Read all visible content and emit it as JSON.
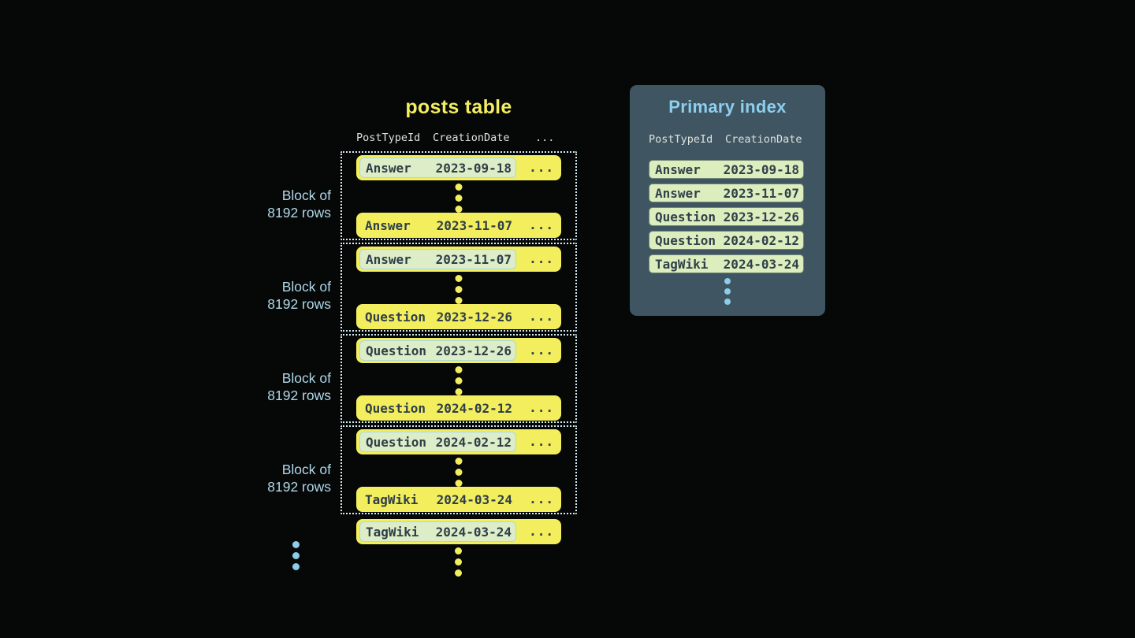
{
  "colors": {
    "background": "#060707",
    "row_yellow": "#F2EE5D",
    "row_text_dark": "#2F3E49",
    "label_light_blue": "#AFD8E8",
    "panel_background": "#3F5561",
    "panel_title_blue": "#8CCFEF",
    "index_row_green": "#DCEDBE",
    "highlight_green": "#DCEDC7",
    "highlight_border_blue": "#A6D9EA",
    "dotted_border": "#D5EBF3",
    "header_text": "#DDE2DE",
    "blue_dot": "#8CCDE9"
  },
  "ellipsis": "...",
  "posts_table": {
    "title": "posts table",
    "header": {
      "col1": "PostTypeId",
      "col2": "CreationDate"
    },
    "block_label": {
      "line1": "Block of",
      "line2": "8192 rows"
    },
    "blocks": [
      {
        "first_row": {
          "post_type": "Answer",
          "creation_date": "2023-09-18"
        },
        "last_row": {
          "post_type": "Answer",
          "creation_date": "2023-11-07"
        }
      },
      {
        "first_row": {
          "post_type": "Answer",
          "creation_date": "2023-11-07"
        },
        "last_row": {
          "post_type": "Question",
          "creation_date": "2023-12-26"
        }
      },
      {
        "first_row": {
          "post_type": "Question",
          "creation_date": "2023-12-26"
        },
        "last_row": {
          "post_type": "Question",
          "creation_date": "2024-02-12"
        }
      },
      {
        "first_row": {
          "post_type": "Question",
          "creation_date": "2024-02-12"
        },
        "last_row": {
          "post_type": "TagWiki",
          "creation_date": "2024-03-24"
        }
      }
    ],
    "next_block_first_row": {
      "post_type": "TagWiki",
      "creation_date": "2024-03-24"
    }
  },
  "primary_index": {
    "title": "Primary index",
    "header": {
      "col1": "PostTypeId",
      "col2": "CreationDate"
    },
    "rows": [
      {
        "post_type": "Answer",
        "creation_date": "2023-09-18"
      },
      {
        "post_type": "Answer",
        "creation_date": "2023-11-07"
      },
      {
        "post_type": "Question",
        "creation_date": "2023-12-26"
      },
      {
        "post_type": "Question",
        "creation_date": "2024-02-12"
      },
      {
        "post_type": "TagWiki",
        "creation_date": "2024-03-24"
      }
    ]
  }
}
